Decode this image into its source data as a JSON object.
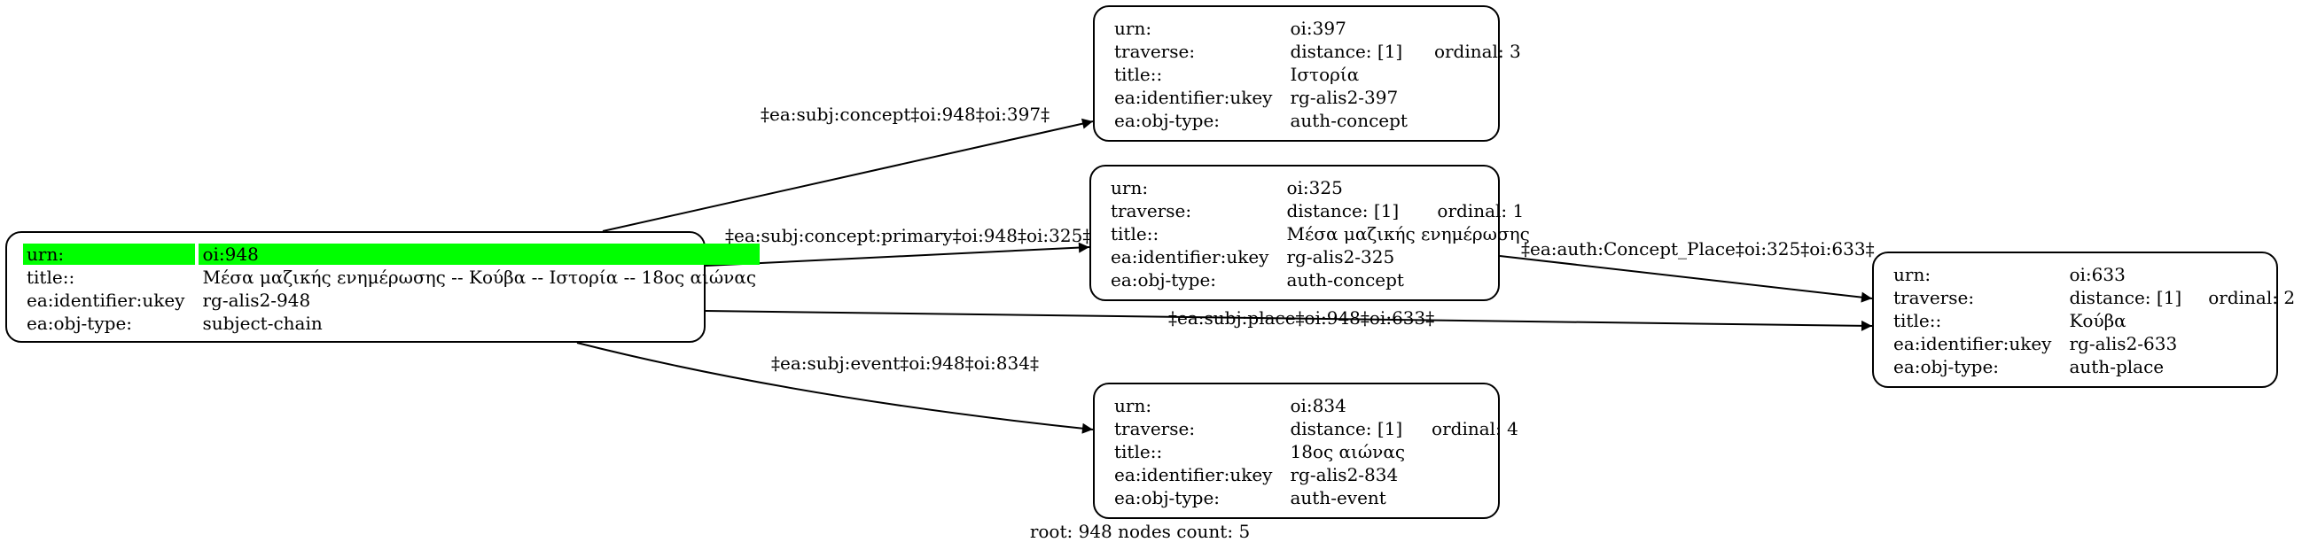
{
  "nodes": {
    "root": {
      "rows": [
        {
          "key": "urn:",
          "value": "oi:948"
        },
        {
          "key": "title::",
          "value": "Μέσα μαζικής ενημέρωσης -- Κούβα -- Ιστορία -- 18ος αιώνας"
        },
        {
          "key": "ea:identifier:ukey",
          "value": "rg-alis2-948"
        },
        {
          "key": "ea:obj-type:",
          "value": "subject-chain"
        }
      ]
    },
    "n397": {
      "urn_key": "urn:",
      "urn": "oi:397",
      "traverse_key": "traverse:",
      "distance": "distance: [1]",
      "ordinal": "ordinal: 3",
      "title_key": "title::",
      "title": "Ιστορία",
      "ukey_key": "ea:identifier:ukey",
      "ukey": "rg-alis2-397",
      "type_key": "ea:obj-type:",
      "type": "auth-concept"
    },
    "n325": {
      "urn_key": "urn:",
      "urn": "oi:325",
      "traverse_key": "traverse:",
      "distance": "distance: [1]",
      "ordinal": "ordinal: 1",
      "title_key": "title::",
      "title": "Μέσα μαζικής ενημέρωσης",
      "ukey_key": "ea:identifier:ukey",
      "ukey": "rg-alis2-325",
      "type_key": "ea:obj-type:",
      "type": "auth-concept"
    },
    "n834": {
      "urn_key": "urn:",
      "urn": "oi:834",
      "traverse_key": "traverse:",
      "distance": "distance: [1]",
      "ordinal": "ordinal: 4",
      "title_key": "title::",
      "title": "18ος αιώνας",
      "ukey_key": "ea:identifier:ukey",
      "ukey": "rg-alis2-834",
      "type_key": "ea:obj-type:",
      "type": "auth-event"
    },
    "n633": {
      "urn_key": "urn:",
      "urn": "oi:633",
      "traverse_key": "traverse:",
      "distance": "distance: [1]",
      "ordinal": "ordinal: 2",
      "title_key": "title::",
      "title": "Κούβα",
      "ukey_key": "ea:identifier:ukey",
      "ukey": "rg-alis2-633",
      "type_key": "ea:obj-type:",
      "type": "auth-place"
    }
  },
  "edges": {
    "concept_397": "‡ea:subj:concept‡oi:948‡oi:397‡",
    "concept_primary_325": "‡ea:subj:concept:primary‡oi:948‡oi:325‡",
    "place_633": "‡ea:subj:place‡oi:948‡oi:633‡",
    "event_834": "‡ea:subj:event‡oi:948‡oi:834‡",
    "auth_concept_place": "‡ea:auth:Concept_Place‡oi:325‡oi:633‡"
  },
  "footer": "root: 948 nodes count: 5",
  "colors": {
    "highlight": "#00ff00",
    "line": "#000000"
  }
}
